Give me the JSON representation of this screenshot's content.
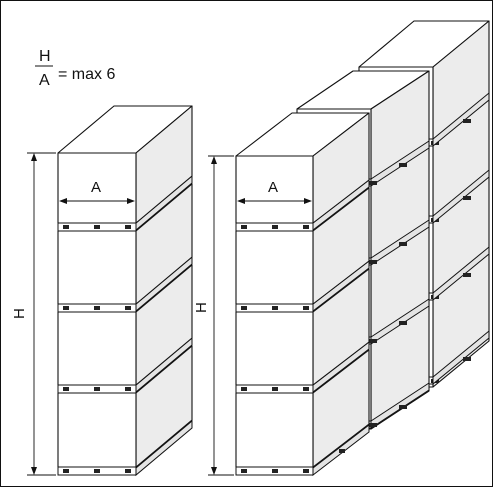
{
  "formula": {
    "numerator": "H",
    "denominator": "A",
    "relation": "= max 6"
  },
  "single_stack": {
    "width_label": "A",
    "height_label": "H"
  },
  "multi_stack": {
    "width_label": "A",
    "height_label": "H"
  }
}
